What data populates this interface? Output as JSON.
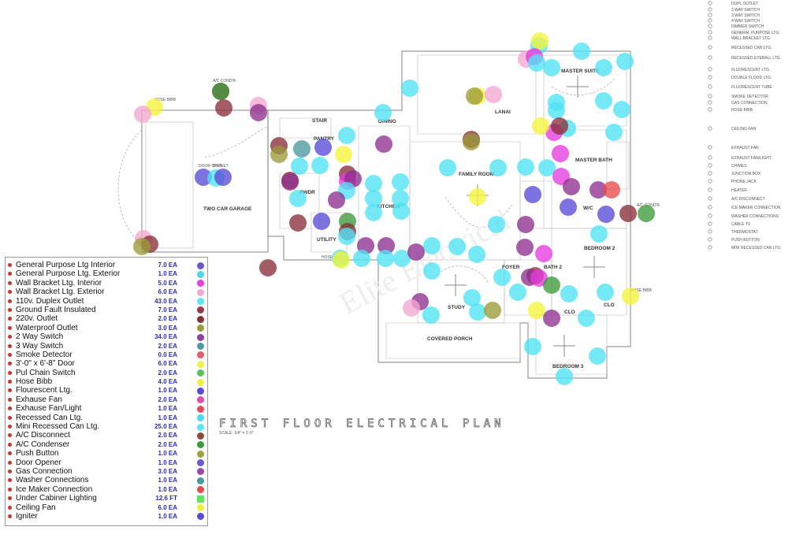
{
  "plan": {
    "title": "FIRST FLOOR ELECTRICAL PLAN",
    "scale_note": "SCALE: 1/4\" = 1'-0\"",
    "rooms": [
      {
        "key": "two_car_garage",
        "label": "TWO CAR GARAGE"
      },
      {
        "key": "stair",
        "label": "STAIR"
      },
      {
        "key": "pantry",
        "label": "PANTRY"
      },
      {
        "key": "dining",
        "label": "DINING"
      },
      {
        "key": "lanai",
        "label": "LANAI"
      },
      {
        "key": "master_suite",
        "label": "MASTER SUITE"
      },
      {
        "key": "master_bath",
        "label": "MASTER BATH"
      },
      {
        "key": "family_room",
        "label": "FAMILY ROOM"
      },
      {
        "key": "pwdr",
        "label": "PWDR"
      },
      {
        "key": "kitchen",
        "label": "KITCHEN"
      },
      {
        "key": "utility",
        "label": "UTILITY"
      },
      {
        "key": "wic",
        "label": "W/C"
      },
      {
        "key": "bedroom2",
        "label": "BEDROOM 2"
      },
      {
        "key": "foyer",
        "label": "FOYER"
      },
      {
        "key": "bath2",
        "label": "BATH 2"
      },
      {
        "key": "study",
        "label": "STUDY"
      },
      {
        "key": "clo1",
        "label": "CLO"
      },
      {
        "key": "clo2",
        "label": "CLO"
      },
      {
        "key": "covered_porch",
        "label": "COVERED PORCH"
      },
      {
        "key": "bedroom3",
        "label": "BEDROOM 3"
      }
    ],
    "small_labels": [
      {
        "key": "ac_cond_left",
        "label": "A/C COND'R"
      },
      {
        "key": "hose_bibb_left",
        "label": "HOSE BIBB"
      },
      {
        "key": "door_opener",
        "label": "DOOR OPEN"
      },
      {
        "key": "outlet",
        "label": "OUTLET"
      },
      {
        "key": "ac_cond_right",
        "label": "A/C COND'R"
      },
      {
        "key": "hose_bibb_util",
        "label": "HOSE BIBB"
      },
      {
        "key": "hose_bibb_right",
        "label": "HOSE BIBB"
      }
    ]
  },
  "symbol_key": {
    "items": [
      "DUPL OUTLET",
      "2 WAY SWITCH",
      "3 WAY SWITCH",
      "4 WAY SWITCH",
      "DIMMER SWITCH",
      "GENERAL PURPOSE LTG.",
      "WALL BRACKET LTG.",
      "RECESSED CAN LTG.",
      "RECESSED EYEBALL LTG.",
      "FLUORESCENT LTG.",
      "DOUBLE FLOOD LTG.",
      "FLUORESCENT TUBE",
      "SMOKE DETECTOR",
      "GAS CONNECTION",
      "HOSE BIBB",
      "CEILING FAN",
      "EXHAUST FAN",
      "EXHAUST FAN/LIGHT",
      "CHIMES",
      "JUNCTION BOX",
      "PHONE JACK",
      "HEATER",
      "A/C DISCONNECT",
      "ICE MAKER CONNECTION",
      "WASHER CONNECTIONS",
      "CABLE TV",
      "THERMOSTAT",
      "PUSH BUTTON",
      "MINI RECESSED CAN LTG."
    ]
  },
  "legend": {
    "items": [
      {
        "label": "General Purpose Ltg Interior",
        "qty": "7.0 EA",
        "color": "#6a5acd"
      },
      {
        "label": "General Purpose Ltg. Exterior",
        "qty": "1.0 EA",
        "color": "#4fd7f0"
      },
      {
        "label": "Wall Bracket Ltg. Interior",
        "qty": "5.0 EA",
        "color": "#e93de0"
      },
      {
        "label": "Wall Bracket Ltg. Exterior",
        "qty": "6.0 EA",
        "color": "#f4a8cf"
      },
      {
        "label": "110v. Duplex Outlet",
        "qty": "43.0 EA",
        "color": "#59e6f4"
      },
      {
        "label": "Ground Fault Insulated",
        "qty": "7.0 EA",
        "color": "#9a3b4a"
      },
      {
        "label": "220v. Outlet",
        "qty": "2.0 EA",
        "color": "#8a2f3a"
      },
      {
        "label": "Waterproof Outlet",
        "qty": "3.0 EA",
        "color": "#9b9b3a"
      },
      {
        "label": "2 Way Switch",
        "qty": "34.0 EA",
        "color": "#8e3fa0"
      },
      {
        "label": "3 Way Switch",
        "qty": "2.0 EA",
        "color": "#4a9aa0"
      },
      {
        "label": "Smoke Detector",
        "qty": "0.0 EA",
        "color": "#e85a6a"
      },
      {
        "label": "3'-0\" x 6'-8\" Door",
        "qty": "6.0 EA",
        "color": "#f0f04a"
      },
      {
        "label": "Pul Chain Switch",
        "qty": "2.0 EA",
        "color": "#58c05a"
      },
      {
        "label": "Hose Bibb",
        "qty": "4.0 EA",
        "color": "#f2f23c"
      },
      {
        "label": "Flourescent Ltg.",
        "qty": "1.0 EA",
        "color": "#5a4ad8"
      },
      {
        "label": "Exhause Fan",
        "qty": "2.0 EA",
        "color": "#e84aa8"
      },
      {
        "label": "Exhause Fan/Light",
        "qty": "1.0 EA",
        "color": "#e84a5a"
      },
      {
        "label": "Recessed Can Ltg.",
        "qty": "1.0 EA",
        "color": "#4ad8f0"
      },
      {
        "label": "Mini Recessed Can Ltg.",
        "qty": "25.0 EA",
        "color": "#5ae8f8"
      },
      {
        "label": "A/C Disconnect",
        "qty": "2.0 EA",
        "color": "#8a4a3a"
      },
      {
        "label": "A/C Condenser",
        "qty": "2.0 EA",
        "color": "#3a9a3a"
      },
      {
        "label": "Push Button",
        "qty": "1.0 EA",
        "color": "#a0a040"
      },
      {
        "label": "Door Opener",
        "qty": "1.0 EA",
        "color": "#6a5acd"
      },
      {
        "label": "Gas Connection",
        "qty": "3.0 EA",
        "color": "#9a4aa0"
      },
      {
        "label": "Washer Connections",
        "qty": "1.0 EA",
        "color": "#4a9aa0"
      },
      {
        "label": "Ice Maker Connection",
        "qty": "1.0 EA",
        "color": "#e84a4a"
      },
      {
        "label": "Under Cabiner Lighting",
        "qty": "12.6 FT",
        "color": "#5ae85a",
        "square": true
      },
      {
        "label": "Ceiling Fan",
        "qty": "6.0 EA",
        "color": "#f0f03a"
      },
      {
        "label": "Igniter",
        "qty": "1.0 EA",
        "color": "#5a4ad8"
      }
    ]
  },
  "markers": {
    "colors": {
      "cyan": "#4fe3f5",
      "purple": "#8e2f8f",
      "magenta": "#e63be0",
      "yellow": "#f5f53a",
      "pink": "#f4a8cf",
      "maroon": "#8a2f3a",
      "green": "#3e9a3a",
      "olive": "#9b9b3a",
      "indigo": "#5a4ad8",
      "teal": "#4a9aa0",
      "red": "#e84a4a",
      "brown": "#8a4a3a"
    }
  }
}
